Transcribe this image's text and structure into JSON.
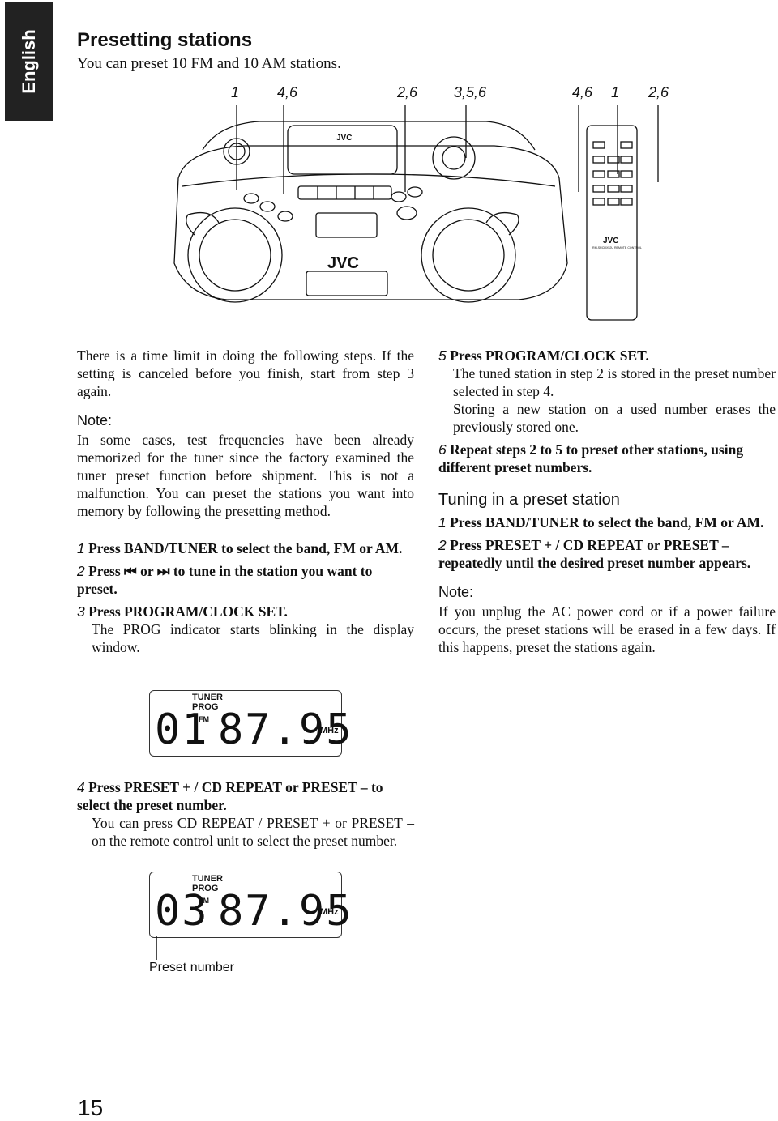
{
  "language_tab": "English",
  "page": {
    "title": "Presetting stations",
    "subtitle": "You can preset 10 FM and 10 AM stations.",
    "number": "15"
  },
  "callouts": [
    "1",
    "4,6",
    "2,6",
    "3,5,6",
    "4,6",
    "1",
    "2,6"
  ],
  "illustration": {
    "brand": "JVC",
    "remote_label": "RM-SRCRX52U REMOTE CONTROL"
  },
  "left": {
    "intro": "There is a time limit in doing the following steps. If the setting is canceled before you finish, start from step 3 again.",
    "note_heading": "Note:",
    "note_text": "In some cases, test frequencies have been already memorized for the tuner since the factory examined the tuner preset function before shipment. This is not a malfunction. You can preset the stations you want into memory by following the presetting method.",
    "steps": [
      {
        "num": "1",
        "text": "Press BAND/TUNER to select the band, FM or AM."
      },
      {
        "num": "2",
        "pre": "Press ",
        "icon1": "⏮",
        "mid": " or ",
        "icon2": "⏭",
        "post": " to tune in the station you want to preset."
      },
      {
        "num": "3",
        "text": "Press PROGRAM/CLOCK SET.",
        "detail": "The PROG indicator starts blinking in the display window."
      },
      {
        "num": "4",
        "text": "Press PRESET + / CD REPEAT or PRESET – to select the preset number.",
        "detail": "You can press CD REPEAT / PRESET + or PRESET – on the remote control unit to select the preset number."
      }
    ],
    "display1": {
      "tuner": "TUNER",
      "prog": "PROG",
      "band": "FM",
      "preset": "01",
      "freq": "87.95",
      "unit": "MHz"
    },
    "display2": {
      "tuner": "TUNER",
      "prog": "PROG",
      "band": "FM",
      "preset": "03",
      "freq": "87.95",
      "unit": "MHz"
    },
    "caption": "Preset number"
  },
  "right": {
    "steps": [
      {
        "num": "5",
        "text": "Press PROGRAM/CLOCK SET.",
        "detail1": "The tuned station in step 2 is stored in the preset number selected in step 4.",
        "detail2": "Storing a new station on a used number erases the previously stored one."
      },
      {
        "num": "6",
        "text": "Repeat steps 2 to 5 to preset other stations, using different preset numbers."
      }
    ],
    "section_heading": "Tuning in a preset station",
    "tune_steps": [
      {
        "num": "1",
        "text": "Press BAND/TUNER to select the band, FM or AM."
      },
      {
        "num": "2",
        "text": "Press PRESET + / CD REPEAT or PRESET – repeatedly until the desired preset number appears."
      }
    ],
    "note_heading": "Note:",
    "note_text": "If you unplug the AC power cord or if a power failure occurs, the preset stations will be erased in a few days. If this happens, preset the stations again."
  }
}
